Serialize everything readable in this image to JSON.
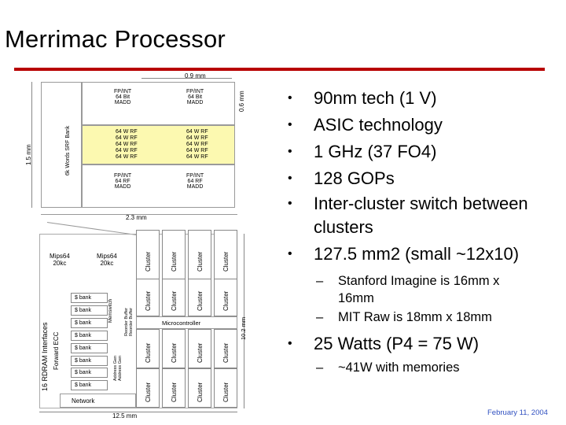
{
  "slide": {
    "title": "Merrimac Processor",
    "date": "February 11, 2004",
    "bullets": [
      {
        "text": "90nm tech (1 V)"
      },
      {
        "text": "ASIC technology"
      },
      {
        "text": "1 GHz (37 FO4)"
      },
      {
        "text": "128 GOPs"
      },
      {
        "text": "Inter-cluster switch between clusters"
      },
      {
        "text": "127.5 mm2 (small ~12x10)",
        "sub": [
          "Stanford Imagine is 16mm x 16mm",
          "MIT Raw is 18mm x 18mm"
        ]
      },
      {
        "text": "25 Watts (P4 = 75 W)",
        "sub": [
          "~41W with memories"
        ]
      }
    ],
    "bullet_glyph": "•",
    "sub_glyph": "–"
  },
  "figure": {
    "dim_top": "0.9 mm",
    "dim_right_top": "0.6 mm",
    "dim_left": "1.5 mm",
    "left_vertical": "6k Words SRF Bank",
    "upper_left_cell": "FP/INT\n64 Bit\nMADD",
    "upper_right_cell": "FP/INT\n64 Bit\nMADD",
    "rf_row": "64 W RF",
    "lower_left_cell": "FP/INT\n64 RF\nMADD",
    "lower_right_cell": "FP/INT\n64 RF\nMADD",
    "dim_mid": "2.3 mm",
    "mips_left": "Mips64\n20kc",
    "mips_right": "Mips64\n20kc",
    "cluster_label": "Cluster",
    "bank_label": "$ bank",
    "microcontroller": "Microcontroller",
    "network": "Network",
    "ddr_label": "16 RDRAM Interfaces",
    "fwd_label": "Forward ECC",
    "memswitch": "Memswitch",
    "addr_gen": "Address Gen\nAddress Gen",
    "reorder": "Reorder Buffer\nReorder Buffer",
    "dim_right": "10.2 mm",
    "dim_bottom": "12.5 mm"
  }
}
